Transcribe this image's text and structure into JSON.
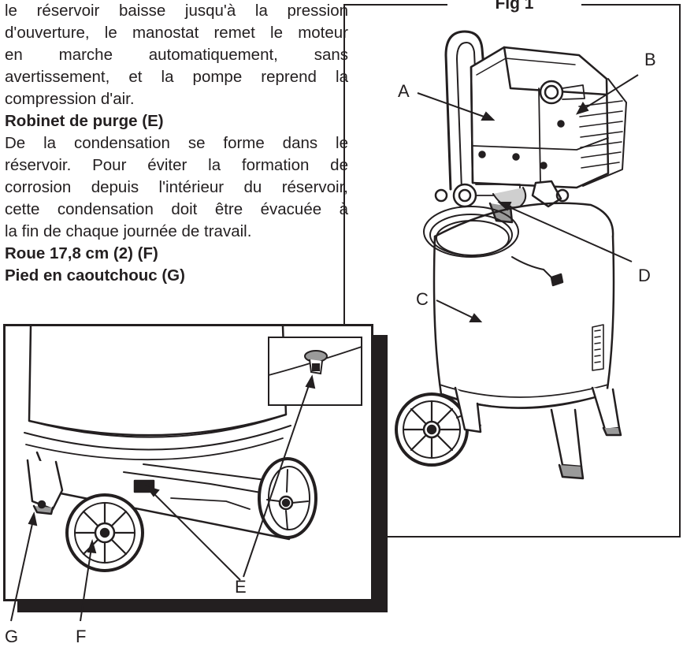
{
  "body_text": {
    "line_1": "le réservoir baisse jusqu'à la pression",
    "line_2": "d'ouverture, le manostat remet le moteur",
    "line_3": "en marche automatiquement, sans",
    "line_4": "avertissement, et la pompe reprend la",
    "line_5": "compression d'air.",
    "heading_purge": "Robinet de purge (E)",
    "purge_line_1": "De la condensation se forme dans le",
    "purge_line_2": "réservoir. Pour éviter la formation de",
    "purge_line_3": "corrosion depuis l'intérieur du réservoir,",
    "purge_line_4": "cette condensation doit être évacuée à",
    "purge_line_5": "la fin de chaque journée de travail.",
    "heading_wheel": "Roue 17,8 cm (2) (F)",
    "heading_foot": "Pied en caoutchouc (G)"
  },
  "figure": {
    "title": "Fig 1",
    "labels": {
      "a": "A",
      "b": "B",
      "c": "C",
      "d": "D",
      "e": "E",
      "f": "F",
      "g": "G"
    }
  }
}
